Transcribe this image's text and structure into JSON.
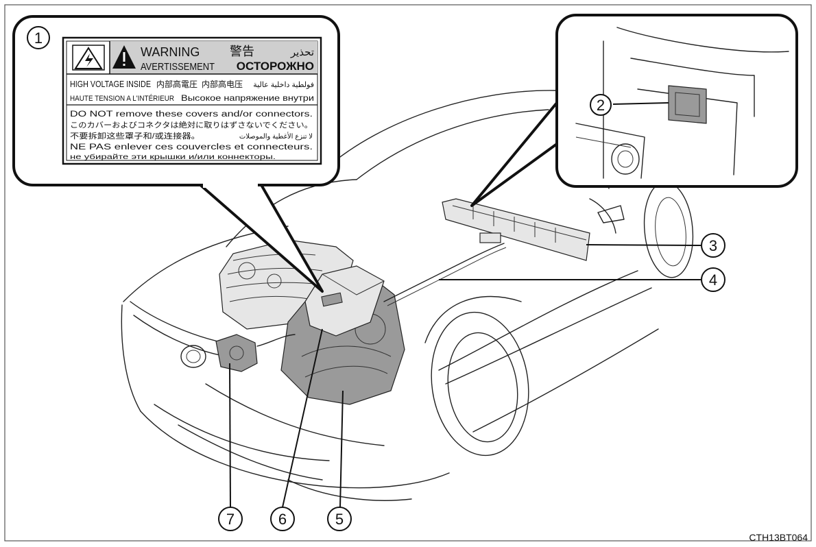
{
  "figure_code": "CTH13BT064",
  "callouts": [
    "1",
    "2",
    "3",
    "4",
    "5",
    "6",
    "7"
  ],
  "warning_label": {
    "warning_en": "WARNING",
    "warning_cn": "警告",
    "warning_ar": "تحذير",
    "avertissement": "AVERTISSEMENT",
    "warning_ru": "ОСТОРОЖНО",
    "hv_en": "HIGH VOLTAGE INSIDE",
    "hv_cn1": "内部高電圧",
    "hv_cn2": "内部高电压",
    "hv_ar": "فولطية داخلية عالية",
    "hv_fr": "HAUTE TENSION A L'INTÉRIEUR",
    "hv_ru": "Высокое напряжение внутри",
    "line_en": "DO NOT remove these covers and/or connectors.",
    "line_jp": "このカバーおよびコネクタは絶対に取りはずさないでください。",
    "line_cn": "不要拆卸这些罩子和/或连接器。",
    "line_ar": "لا تنزع الأغطية والموصلات",
    "line_fr": "NE PAS enlever ces couvercles et connecteurs.",
    "line_ru": "не убирайте эти крышки и/или коннекторы."
  }
}
